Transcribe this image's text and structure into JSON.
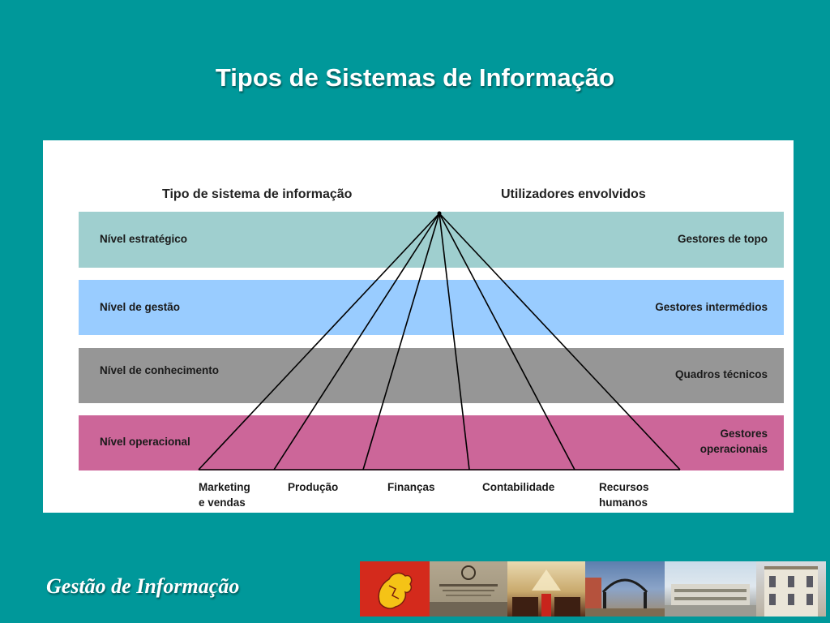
{
  "slide": {
    "title": "Tipos de Sistemas de Informação",
    "footer": "Gestão de Informação"
  },
  "diagram": {
    "left_header": "Tipo de sistema de informação",
    "right_header": "Utilizadores envolvidos",
    "levels": [
      {
        "label": "Nível estratégico",
        "users": [
          "Gestores de topo"
        ],
        "color": "#9fcfcf"
      },
      {
        "label": "Nível de gestão",
        "users": [
          "Gestores intermédios"
        ],
        "color": "#99ccff"
      },
      {
        "label": "Nível de conhecimento",
        "users": [
          "Quadros técnicos"
        ],
        "color": "#969696"
      },
      {
        "label": "Nível operacional",
        "users": [
          "Gestores",
          "operacionais"
        ],
        "color": "#cc6699"
      }
    ],
    "functions": [
      [
        "Marketing",
        "e vendas"
      ],
      [
        "Produção"
      ],
      [
        "Finanças"
      ],
      [
        "Contabilidade"
      ],
      [
        "Recursos",
        "humanos"
      ]
    ]
  },
  "colors": {
    "background": "#00989a",
    "panel": "#ffffff"
  }
}
